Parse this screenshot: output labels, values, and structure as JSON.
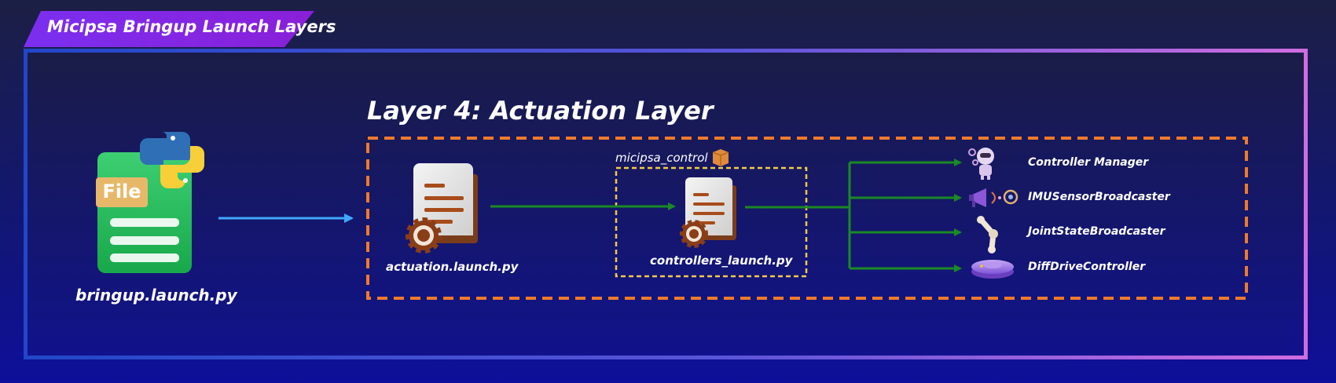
{
  "title": "Micipsa Bringup Launch Layers",
  "layer": {
    "title": "Layer 4: Actuation Layer"
  },
  "bringup": {
    "file_badge": "File",
    "label": "bringup.launch.py"
  },
  "actuation": {
    "label": "actuation.launch.py"
  },
  "package": {
    "label": "micipsa_control",
    "icon": "package-icon"
  },
  "controllers": {
    "label": "controllers_launch.py"
  },
  "nodes": [
    {
      "label": "Controller Manager",
      "icon": "robot-icon"
    },
    {
      "label": "IMUSensorBroadcaster",
      "icon": "megaphone-icon"
    },
    {
      "label": "JointStateBroadcaster",
      "icon": "bone-joint-icon"
    },
    {
      "label": "DiffDriveController",
      "icon": "robot-vacuum-icon"
    }
  ],
  "colors": {
    "tab": "#7b2ff0",
    "layer_border": "#f07a2a",
    "package_border": "#f2c94c",
    "arrow_blue": "#3fa9ff",
    "arrow_green": "#1a8a24"
  }
}
